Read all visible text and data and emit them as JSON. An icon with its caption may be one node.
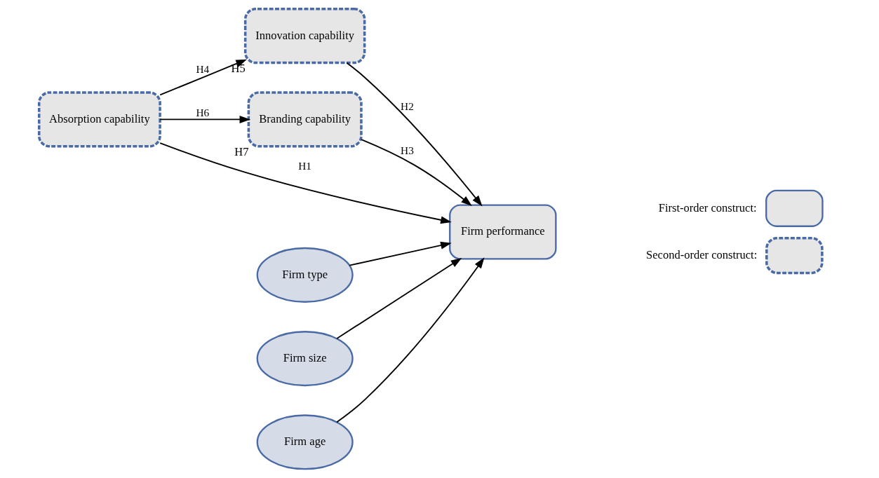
{
  "diagram": {
    "nodes": [
      {
        "text": [
          "Absorption capability"
        ]
      },
      {
        "text": [
          "Innovation capability"
        ],
        "beside": [
          "H5"
        ]
      },
      {
        "text": [
          "Branding capability"
        ],
        "beside": [
          "H7"
        ]
      },
      {
        "text": [
          "Firm performance"
        ]
      },
      {
        "text": [
          "Firm type"
        ]
      },
      {
        "text": [
          "Firm size"
        ]
      },
      {
        "text": [
          "Firm age"
        ]
      }
    ],
    "edges": [
      {
        "from": 0,
        "to": 1,
        "arrow": "to",
        "label": "H4"
      },
      {
        "from": 0,
        "to": 3,
        "arrow": "to",
        "label": "H1"
      },
      {
        "from": 0,
        "to": 2,
        "arrow": "to",
        "label": "H6"
      },
      {
        "from": 1,
        "to": 3,
        "arrow": "to",
        "label": "H2"
      },
      {
        "from": 2,
        "to": 3,
        "arrow": "to",
        "label": "H3"
      },
      {
        "from": 4,
        "to": 3,
        "arrow": "to"
      },
      {
        "from": 5,
        "to": 3,
        "arrow": "to"
      },
      {
        "from": 6,
        "to": 3,
        "arrow": "to"
      }
    ],
    "legend": [
      {
        "text": "First-order construct:"
      },
      {
        "text": "Second-order construct:"
      }
    ]
  }
}
